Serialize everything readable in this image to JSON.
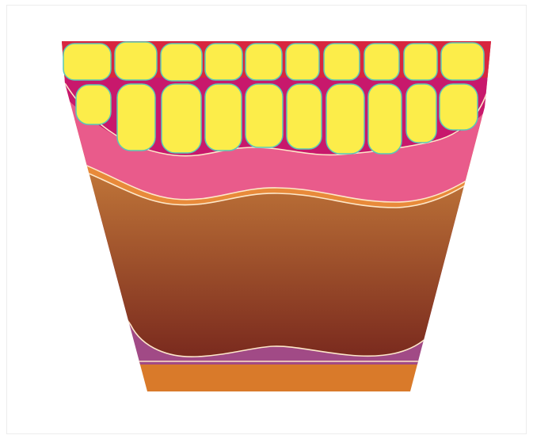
{
  "diagram": {
    "colors": {
      "background": "#ffffff",
      "outer_tissue_red": "#d8263e",
      "outer_tissue_magenta": "#c8186c",
      "cells_yellow": "#fced4a",
      "cell_outline": "#5ac8b8",
      "pink_layer": "#e95b8b",
      "thin_orange_band": "#e88a3a",
      "brown_gradient_top": "#c47a3a",
      "brown_gradient_bottom": "#7a2a1e",
      "purple_layer": "#a14a86",
      "base_orange": "#d97a2a",
      "boundary_line": "#fde7c9"
    },
    "cell_rows": [
      {
        "row": "top",
        "cell_count": 10
      },
      {
        "row": "bottom",
        "cell_count": 10
      }
    ]
  }
}
